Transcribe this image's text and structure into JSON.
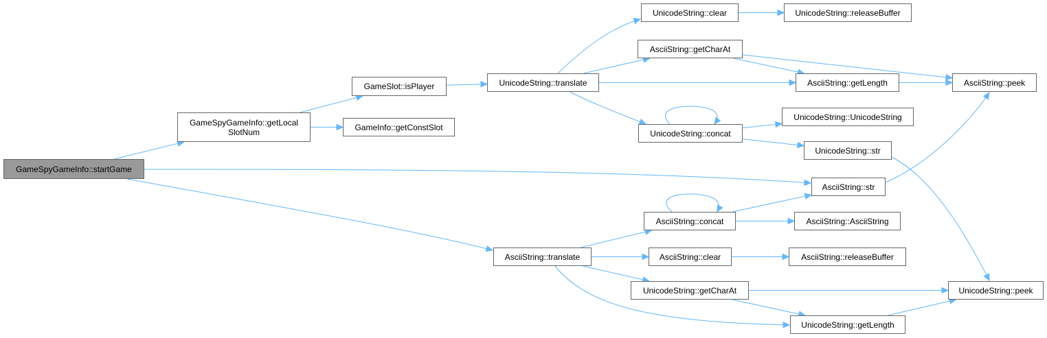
{
  "nodes": [
    {
      "id": "root",
      "label": "GameSpyGameInfo::startGame",
      "root": true
    },
    {
      "id": "getLocalSlotNum",
      "label": "GameSpyGameInfo::getLocal\nSlotNum"
    },
    {
      "id": "getConstSlot",
      "label": "GameInfo::getConstSlot"
    },
    {
      "id": "isPlayer",
      "label": "GameSlot::isPlayer"
    },
    {
      "id": "uTranslate",
      "label": "UnicodeString::translate"
    },
    {
      "id": "uClear",
      "label": "UnicodeString::clear"
    },
    {
      "id": "uReleaseBuffer",
      "label": "UnicodeString::releaseBuffer"
    },
    {
      "id": "aGetCharAt",
      "label": "AsciiString::getCharAt"
    },
    {
      "id": "aGetLength",
      "label": "AsciiString::getLength"
    },
    {
      "id": "aPeek",
      "label": "AsciiString::peek"
    },
    {
      "id": "uConcat",
      "label": "UnicodeString::concat"
    },
    {
      "id": "uCtor",
      "label": "UnicodeString::UnicodeString"
    },
    {
      "id": "uStr",
      "label": "UnicodeString::str"
    },
    {
      "id": "aStr",
      "label": "AsciiString::str"
    },
    {
      "id": "aConcat",
      "label": "AsciiString::concat"
    },
    {
      "id": "aCtor",
      "label": "AsciiString::AsciiString"
    },
    {
      "id": "aTranslate",
      "label": "AsciiString::translate"
    },
    {
      "id": "aClear",
      "label": "AsciiString::clear"
    },
    {
      "id": "aReleaseBuffer",
      "label": "AsciiString::releaseBuffer"
    },
    {
      "id": "uGetCharAt",
      "label": "UnicodeString::getCharAt"
    },
    {
      "id": "uPeek",
      "label": "UnicodeString::peek"
    },
    {
      "id": "uGetLength",
      "label": "UnicodeString::getLength"
    }
  ],
  "edges": [
    [
      "root",
      "getLocalSlotNum"
    ],
    [
      "root",
      "aStr"
    ],
    [
      "root",
      "aTranslate"
    ],
    [
      "getLocalSlotNum",
      "isPlayer"
    ],
    [
      "getLocalSlotNum",
      "getConstSlot"
    ],
    [
      "isPlayer",
      "uTranslate"
    ],
    [
      "uTranslate",
      "uClear"
    ],
    [
      "uTranslate",
      "aGetCharAt"
    ],
    [
      "uTranslate",
      "aGetLength"
    ],
    [
      "uTranslate",
      "uConcat"
    ],
    [
      "uClear",
      "uReleaseBuffer"
    ],
    [
      "aGetCharAt",
      "aGetLength"
    ],
    [
      "aGetCharAt",
      "aPeek"
    ],
    [
      "aGetLength",
      "aPeek"
    ],
    [
      "uConcat",
      "uConcat"
    ],
    [
      "uConcat",
      "uCtor"
    ],
    [
      "uConcat",
      "uStr"
    ],
    [
      "uStr",
      "uPeek"
    ],
    [
      "aStr",
      "aPeek"
    ],
    [
      "aTranslate",
      "aConcat"
    ],
    [
      "aTranslate",
      "aClear"
    ],
    [
      "aTranslate",
      "uGetCharAt"
    ],
    [
      "aTranslate",
      "uGetLength"
    ],
    [
      "aConcat",
      "aConcat"
    ],
    [
      "aConcat",
      "aStr"
    ],
    [
      "aConcat",
      "aCtor"
    ],
    [
      "aClear",
      "aReleaseBuffer"
    ],
    [
      "uGetCharAt",
      "uPeek"
    ],
    [
      "uGetCharAt",
      "uGetLength"
    ],
    [
      "uGetLength",
      "uPeek"
    ]
  ],
  "colors": {
    "edge": "#63b8ff",
    "node_border": "#666666",
    "root_fill": "#999999"
  }
}
